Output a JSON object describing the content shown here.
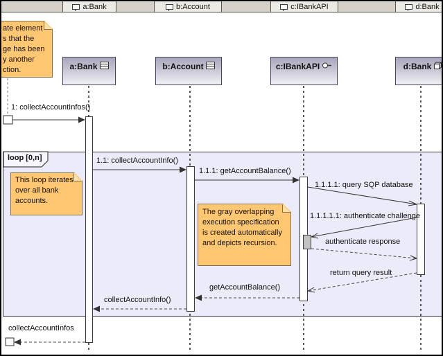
{
  "header": {
    "tabs": [
      {
        "label": "a:Bank"
      },
      {
        "label": "b:Account"
      },
      {
        "label": "c:IBankAPI"
      },
      {
        "label": "d:Bank"
      }
    ]
  },
  "lifelines": [
    {
      "label": "a:Bank",
      "icon": "class-icon"
    },
    {
      "label": "b:Account",
      "icon": "class-icon"
    },
    {
      "label": "c:IBankAPI",
      "icon": "interface-lollipop-icon"
    },
    {
      "label": "d:Bank",
      "icon": "component-cube-icon"
    }
  ],
  "fragment": {
    "operator_label": "loop [0,n]"
  },
  "notes": {
    "gate_note": {
      "lines": [
        "ate element",
        "s that the",
        "ge has been",
        "y another",
        "ction."
      ]
    },
    "loop_note": {
      "lines": [
        "This loop iterates",
        "over all bank",
        "accounts."
      ]
    },
    "recursion_note": {
      "lines": [
        "The gray overlapping",
        "execution specification",
        "is created automatically",
        "and depicts recursion."
      ]
    }
  },
  "messages": [
    {
      "label": "1: collectAccountInfos()"
    },
    {
      "label": "1.1: collectAccountInfo()"
    },
    {
      "label": "1.1.1: getAccountBalance()"
    },
    {
      "label": "1.1.1.1: query SQP database"
    },
    {
      "label": "1.1.1.1.1: authenticate challenge"
    },
    {
      "label": "authenticate response"
    },
    {
      "label": "return query result"
    },
    {
      "label": "getAccountBalance()"
    },
    {
      "label": "collectAccountInfo()"
    },
    {
      "label": "collectAccountInfos"
    }
  ],
  "colors": {
    "note_fill": "#FFC772",
    "fragment_fill": "#EBEBF9",
    "header_fill": "#D5D1C9",
    "recursion_exec_fill": "#C2C2C2",
    "head_gradient_top": "#A8A6BC"
  }
}
